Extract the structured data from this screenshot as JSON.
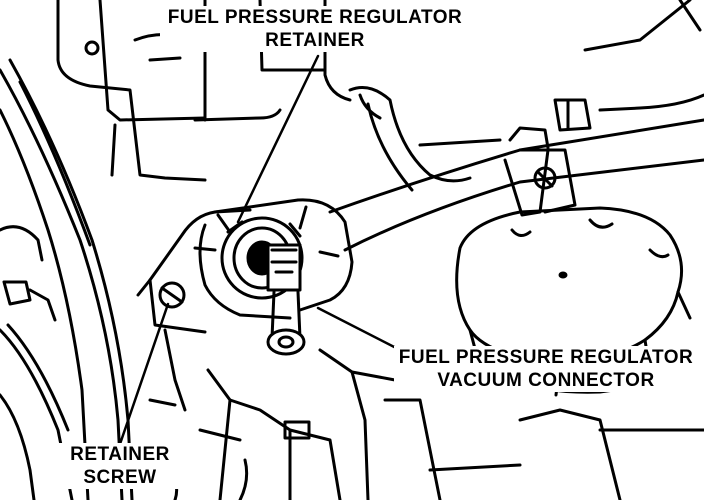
{
  "diagram": {
    "callouts": {
      "regulator_retainer": {
        "line1": "FUEL PRESSURE REGULATOR",
        "line2": "RETAINER"
      },
      "vacuum_connector": {
        "line1": "FUEL PRESSURE REGULATOR",
        "line2": "VACUUM CONNECTOR"
      },
      "retainer_screw": {
        "line1": "RETAINER",
        "line2": "SCREW"
      }
    },
    "colors": {
      "ink": "#000000",
      "paper": "#ffffff"
    }
  }
}
